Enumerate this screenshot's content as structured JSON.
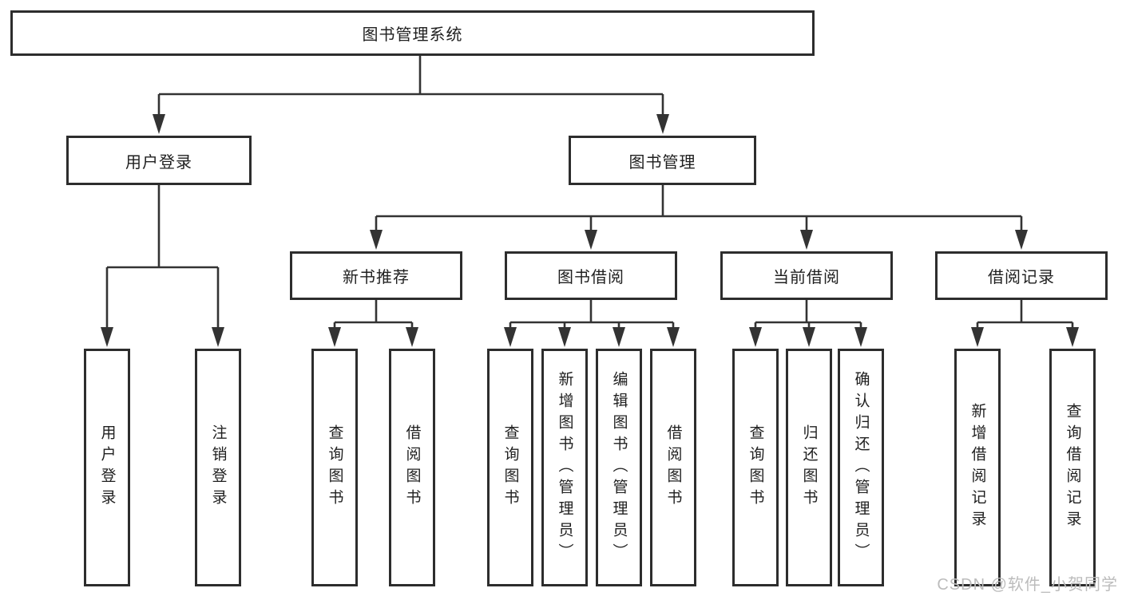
{
  "diagram": {
    "title": "图书管理系统",
    "type": "hierarchy-tree",
    "root": {
      "label": "图书管理系统"
    },
    "level2": [
      {
        "label": "用户登录"
      },
      {
        "label": "图书管理"
      }
    ],
    "level3": [
      {
        "label": "新书推荐",
        "parent": "图书管理"
      },
      {
        "label": "图书借阅",
        "parent": "图书管理"
      },
      {
        "label": "当前借阅",
        "parent": "图书管理"
      },
      {
        "label": "借阅记录",
        "parent": "图书管理"
      }
    ],
    "leaves": [
      {
        "label": "用户登录",
        "parent": "用户登录"
      },
      {
        "label": "注销登录",
        "parent": "用户登录"
      },
      {
        "label": "查询图书",
        "parent": "新书推荐"
      },
      {
        "label": "借阅图书",
        "parent": "新书推荐"
      },
      {
        "label": "查询图书",
        "parent": "图书借阅"
      },
      {
        "label": "新增图书（管理员）",
        "parent": "图书借阅"
      },
      {
        "label": "编辑图书（管理员）",
        "parent": "图书借阅"
      },
      {
        "label": "借阅图书",
        "parent": "图书借阅"
      },
      {
        "label": "查询图书",
        "parent": "当前借阅"
      },
      {
        "label": "归还图书",
        "parent": "当前借阅"
      },
      {
        "label": "确认归还（管理员）",
        "parent": "当前借阅"
      },
      {
        "label": "新增借阅记录",
        "parent": "借阅记录"
      },
      {
        "label": "查询借阅记录",
        "parent": "借阅记录"
      }
    ],
    "watermark": "CSDN @软件_小贺同学",
    "colors": {
      "line": "#333333",
      "box_border": "#2d2d2d",
      "box_fill": "#ffffff",
      "text": "#1f1f1f",
      "watermark": "#bcbcbc",
      "background": "#ffffff"
    }
  }
}
